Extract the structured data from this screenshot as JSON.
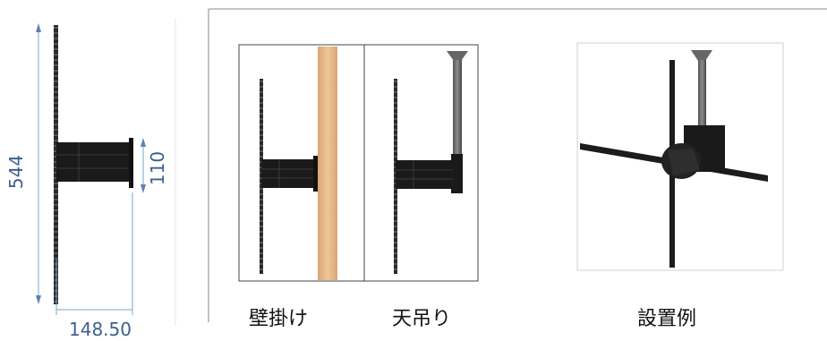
{
  "dimensions": {
    "height": "544",
    "depth": "110",
    "width": "148.50"
  },
  "captions": {
    "wall": "壁掛け",
    "ceiling": "天吊り",
    "example": "設置例"
  },
  "colors": {
    "dimension": "#3f5f8f",
    "part": "#1a1a1a",
    "wood": "#e6b98a",
    "frame": "#8a8a8a"
  }
}
